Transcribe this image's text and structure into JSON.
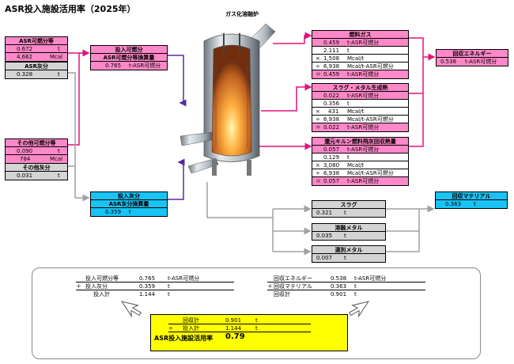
{
  "title": "ASR投入施設活用率（2025年）",
  "furnace_label": "ガス化溶融炉",
  "left_top": {
    "header": "ASR可燃分等",
    "rows": [
      {
        "value": "0.672",
        "unit": "t"
      },
      {
        "value": "4,662",
        "unit": "Mcal"
      }
    ],
    "ash_header": "ASR灰分",
    "ash": {
      "value": "0.328",
      "unit": "t"
    }
  },
  "left_bottom": {
    "header": "その他可燃分等",
    "rows": [
      {
        "value": "0.090",
        "unit": "t"
      },
      {
        "value": "784",
        "unit": "Mcal"
      }
    ],
    "ash_header": "その他灰分",
    "ash": {
      "value": "0.031",
      "unit": "t"
    }
  },
  "input_combustible": {
    "header": [
      "投入可燃分",
      "ASR可燃分等換算量"
    ],
    "value": "0.765",
    "unit": "t-ASR可燃分"
  },
  "input_ash": {
    "header": [
      "投入灰分",
      "ASR灰分換算量"
    ],
    "value": "0.359",
    "unit": "t"
  },
  "fuel_gas": {
    "header": "燃料ガス",
    "rows": [
      {
        "op": "",
        "value": "0.459",
        "unit": "t-ASR可燃分"
      },
      {
        "op": "",
        "value": "2.111",
        "unit": "t"
      },
      {
        "op": "×",
        "value": "1,508",
        "unit": "Mcal/t"
      },
      {
        "op": "÷",
        "value": "6,938",
        "unit": "Mcal/t-ASR可燃分"
      },
      {
        "op": "＝",
        "value": "0.459",
        "unit": "t-ASR可燃分"
      }
    ]
  },
  "slag_metal": {
    "header": "スラグ・メタル生成熱",
    "rows": [
      {
        "op": "",
        "value": "0.022",
        "unit": "t-ASR可燃分"
      },
      {
        "op": "",
        "value": "0.356",
        "unit": "t"
      },
      {
        "op": "×",
        "value": "431",
        "unit": "Mcal/t"
      },
      {
        "op": "÷",
        "value": "6,938",
        "unit": "Mcal/t-ASR可燃分"
      },
      {
        "op": "＝",
        "value": "0.022",
        "unit": "t-ASR可燃分"
      }
    ]
  },
  "kiln_fuel": {
    "header": "還元キルン燃料飛灰回収熱量",
    "rows": [
      {
        "op": "",
        "value": "0.057",
        "unit": "t-ASR可燃分"
      },
      {
        "op": "",
        "value": "0.129",
        "unit": "t"
      },
      {
        "op": "×",
        "value": "3,080",
        "unit": "Mcal/t"
      },
      {
        "op": "÷",
        "value": "6,938",
        "unit": "Mcal/t-ASR可燃分"
      },
      {
        "op": "＝",
        "value": "0.057",
        "unit": "t-ASR可燃分"
      }
    ]
  },
  "recovered_energy": {
    "header": "回収エネルギー",
    "value": "0.538",
    "unit": "t-ASR可燃分"
  },
  "slag": {
    "header": "スラグ",
    "value": "0.321",
    "unit": "t"
  },
  "molten_metal": {
    "header": "溶融メタル",
    "value": "0.035",
    "unit": "t"
  },
  "sorted_metal": {
    "header": "選別メタル",
    "value": "0.007",
    "unit": "t"
  },
  "recovered_material": {
    "header": "回収マテリアル",
    "value": "0.363",
    "unit": "t"
  },
  "summary_left": [
    {
      "op": "",
      "label": "投入可燃分等",
      "value": "0.765",
      "unit": "t-ASR可燃分"
    },
    {
      "op": "＋",
      "label": "投入灰分",
      "value": "0.359",
      "unit": "t"
    },
    {
      "op": "",
      "label": "投入計",
      "value": "1.144",
      "unit": "t"
    }
  ],
  "summary_right": [
    {
      "op": "",
      "label": "回収エネルギー",
      "value": "0.538",
      "unit": "t-ASR可燃分"
    },
    {
      "op": "＋",
      "label": "回収マテリアル",
      "value": "0.363",
      "unit": "t"
    },
    {
      "op": "",
      "label": "回収計",
      "value": "0.901",
      "unit": "t"
    }
  ],
  "result": {
    "rows": [
      {
        "op": "",
        "label": "回収計",
        "value": "0.901",
        "unit": "t"
      },
      {
        "op": "÷",
        "label": "投入計",
        "value": "1.144",
        "unit": "t"
      }
    ],
    "label": "ASR投入施設活用率",
    "value": "0.79"
  },
  "colors": {
    "pink": "#ff88c8",
    "gray": "#d4d4d4",
    "cyan": "#19c3f5",
    "yellow": "#ffff00",
    "purple": "#5a2aa0",
    "magenta": "#e0147a",
    "line_gray": "#a0a0a0"
  }
}
